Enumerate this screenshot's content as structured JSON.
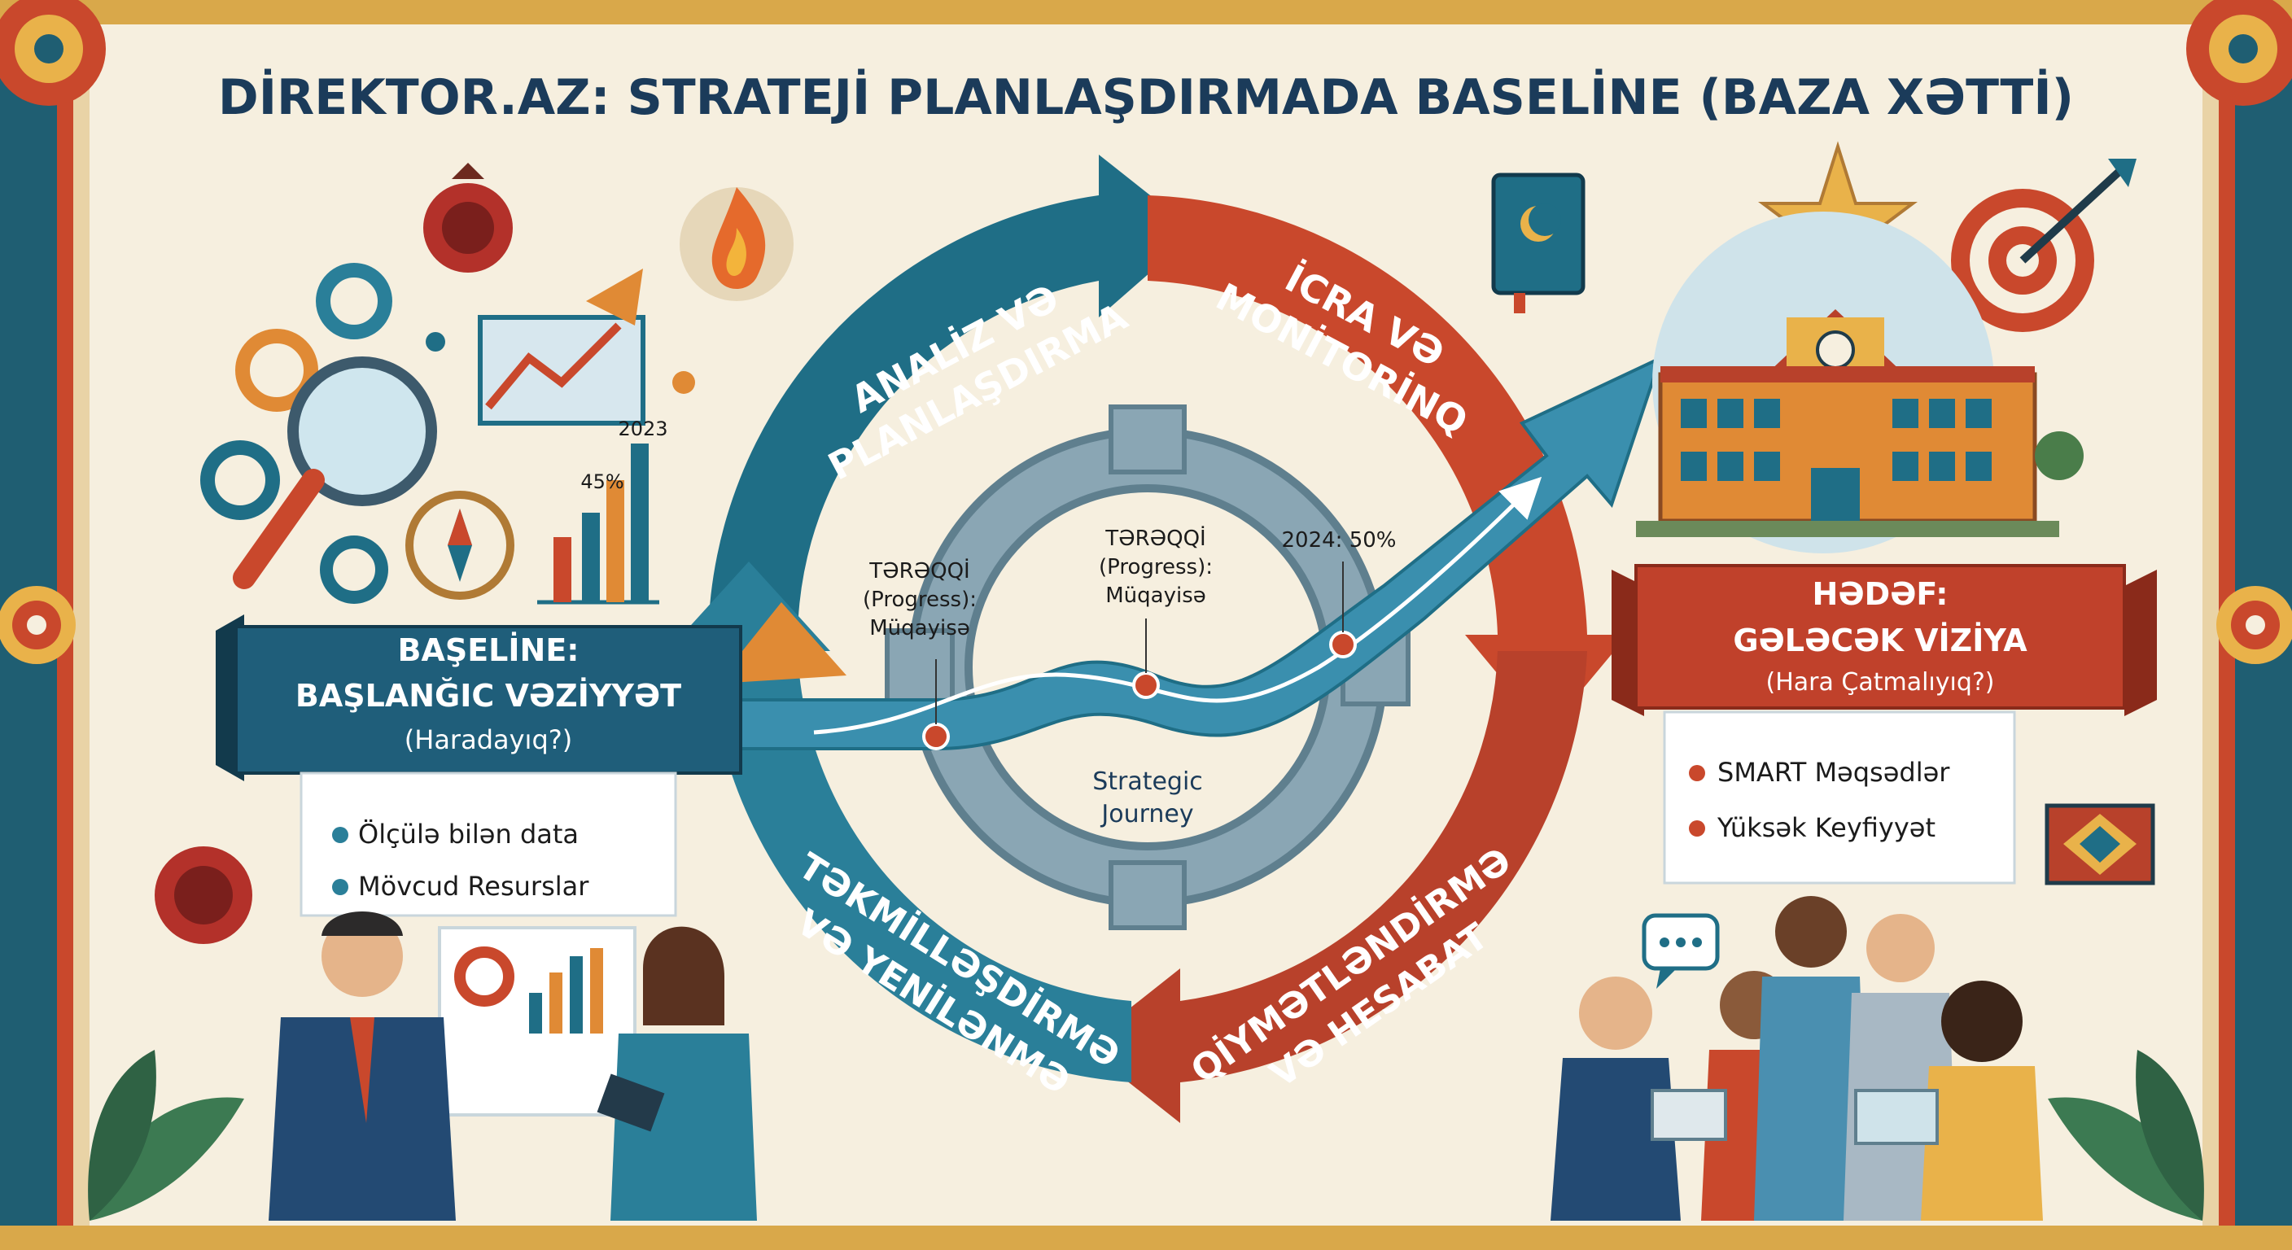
{
  "title": "DİREKTOR.AZ: STRATEJİ PLANLAŞDIRMADA BASELİNE (BAZA XƏTTİ)",
  "colors": {
    "teal": "#1f6e86",
    "teal_dark": "#1b4f66",
    "orange_red": "#c9482c",
    "red_dark": "#a9321f",
    "orange": "#e08a35",
    "gold": "#e9b24a",
    "cream": "#f6efdf",
    "gray_blue": "#8aa6b4"
  },
  "cycle": {
    "top_left": {
      "line1": "ANALİZ VƏ",
      "line2": "PLANLAŞDIRMA"
    },
    "top_right": {
      "line1": "İCRA VƏ",
      "line2": "MONİTORİNQ"
    },
    "bottom_right": {
      "line1": "QİYMƏTLƏNDİRMƏ",
      "line2": "VƏ HESABAT"
    },
    "bottom_left": {
      "line1": "TƏKMİLLƏŞDİRMƏ",
      "line2": "VƏ YENİLƏNMƏ"
    }
  },
  "center_label": {
    "line1": "Strategic",
    "line2": "Journey"
  },
  "progress_labels": [
    {
      "line1": "TƏRƏQQİ",
      "line2": "(Progress):",
      "line3": "Müqayisə"
    },
    {
      "line1": "TƏRƏQQİ",
      "line2": "(Progress):",
      "line3": "Müqayisə"
    }
  ],
  "milestone_2024": "2024: 50%",
  "chart_labels": {
    "year": "2023",
    "percent": "45%"
  },
  "baseline": {
    "line1": "BAŞELİNE:",
    "line2": "BAŞLANĞIC VƏZİYYƏT",
    "line3": "(Haradayıq?)",
    "bullets": [
      "Ölçülə bilən data",
      "Mövcud Resurslar"
    ]
  },
  "goal": {
    "line1": "HƏDƏF:",
    "line2": "GƏLƏCƏK VİZİYA",
    "line3": "(Hara Çatmalıyıq?)",
    "bullets": [
      "SMART Məqsədlər",
      "Yüksək Keyfiyyət"
    ]
  },
  "icons": [
    "pomegranate-icon",
    "fire-icon",
    "gear-icon",
    "magnifier-icon",
    "compass-icon",
    "trend-chart-icon",
    "book-icon",
    "star-icon",
    "target-icon",
    "school-building-icon",
    "carpet-icon",
    "speech-bubble-icon",
    "people-illustration"
  ]
}
